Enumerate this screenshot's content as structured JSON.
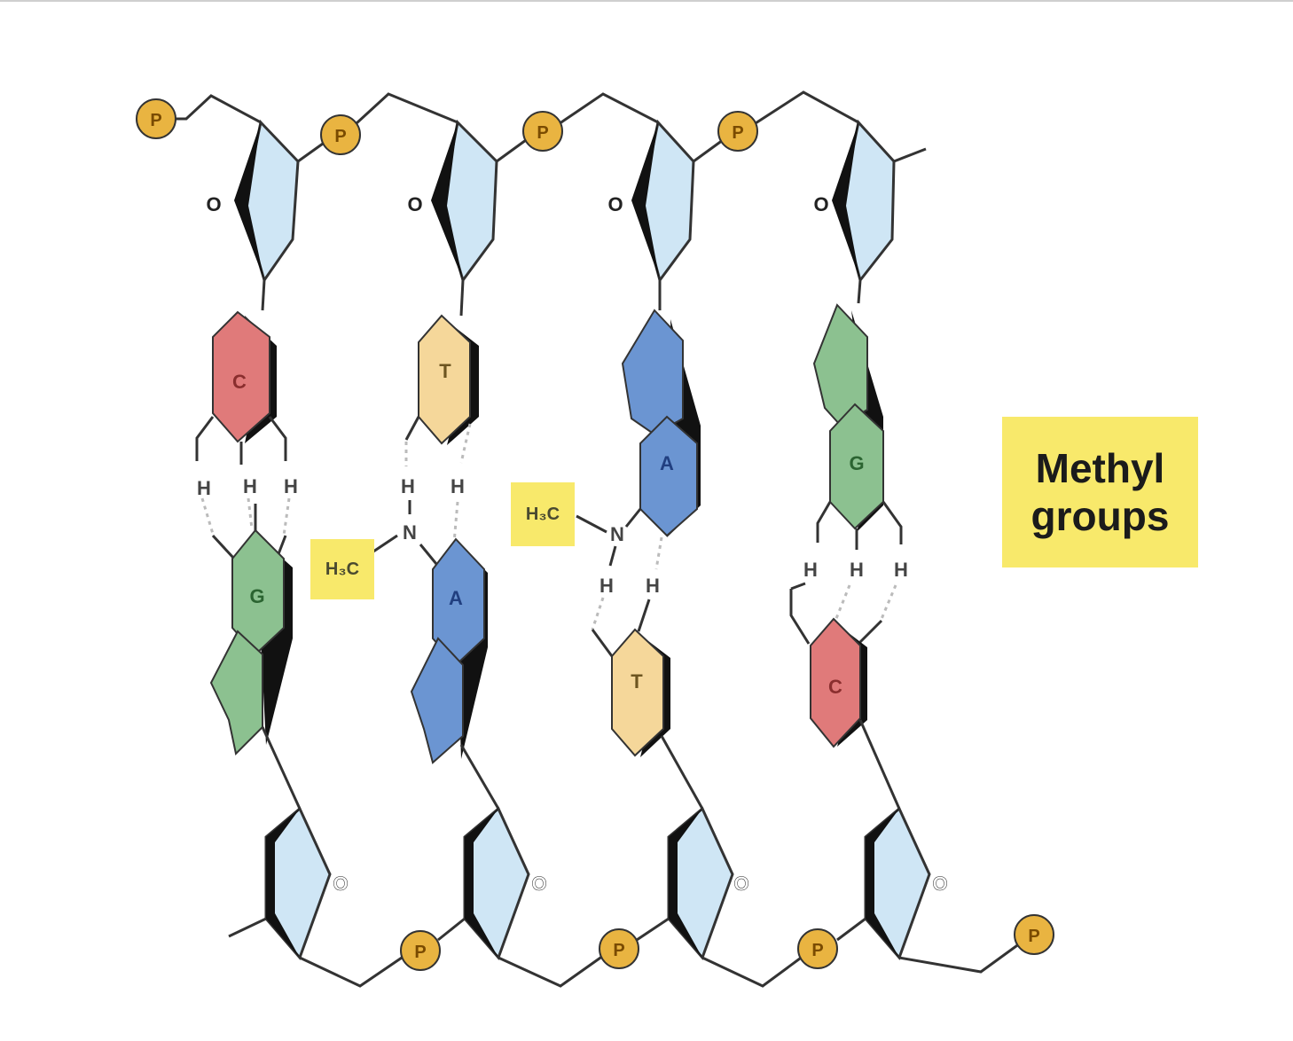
{
  "legend": {
    "line1": "Methyl",
    "line2": "groups"
  },
  "labels": {
    "phosphate": "P",
    "oxygen": "O",
    "hydrogen": "H",
    "nitrogen": "N",
    "methyl": "H₃C"
  },
  "colors": {
    "sugar": "#cfe6f5",
    "phosphate": "#e9b441",
    "cytosine": "#e07a7a",
    "guanine": "#8cc190",
    "thymine": "#f5d79a",
    "adenine": "#6b95d2",
    "methyl_highlight": "#f8e96b",
    "line": "#333333"
  },
  "top_strand": [
    {
      "base": "C",
      "type": "cytosine"
    },
    {
      "base": "T",
      "type": "thymine"
    },
    {
      "base": "A",
      "type": "adenine"
    },
    {
      "base": "G",
      "type": "guanine"
    }
  ],
  "bottom_strand": [
    {
      "base": "G",
      "type": "guanine"
    },
    {
      "base": "A",
      "type": "adenine"
    },
    {
      "base": "T",
      "type": "thymine"
    },
    {
      "base": "C",
      "type": "cytosine"
    }
  ]
}
